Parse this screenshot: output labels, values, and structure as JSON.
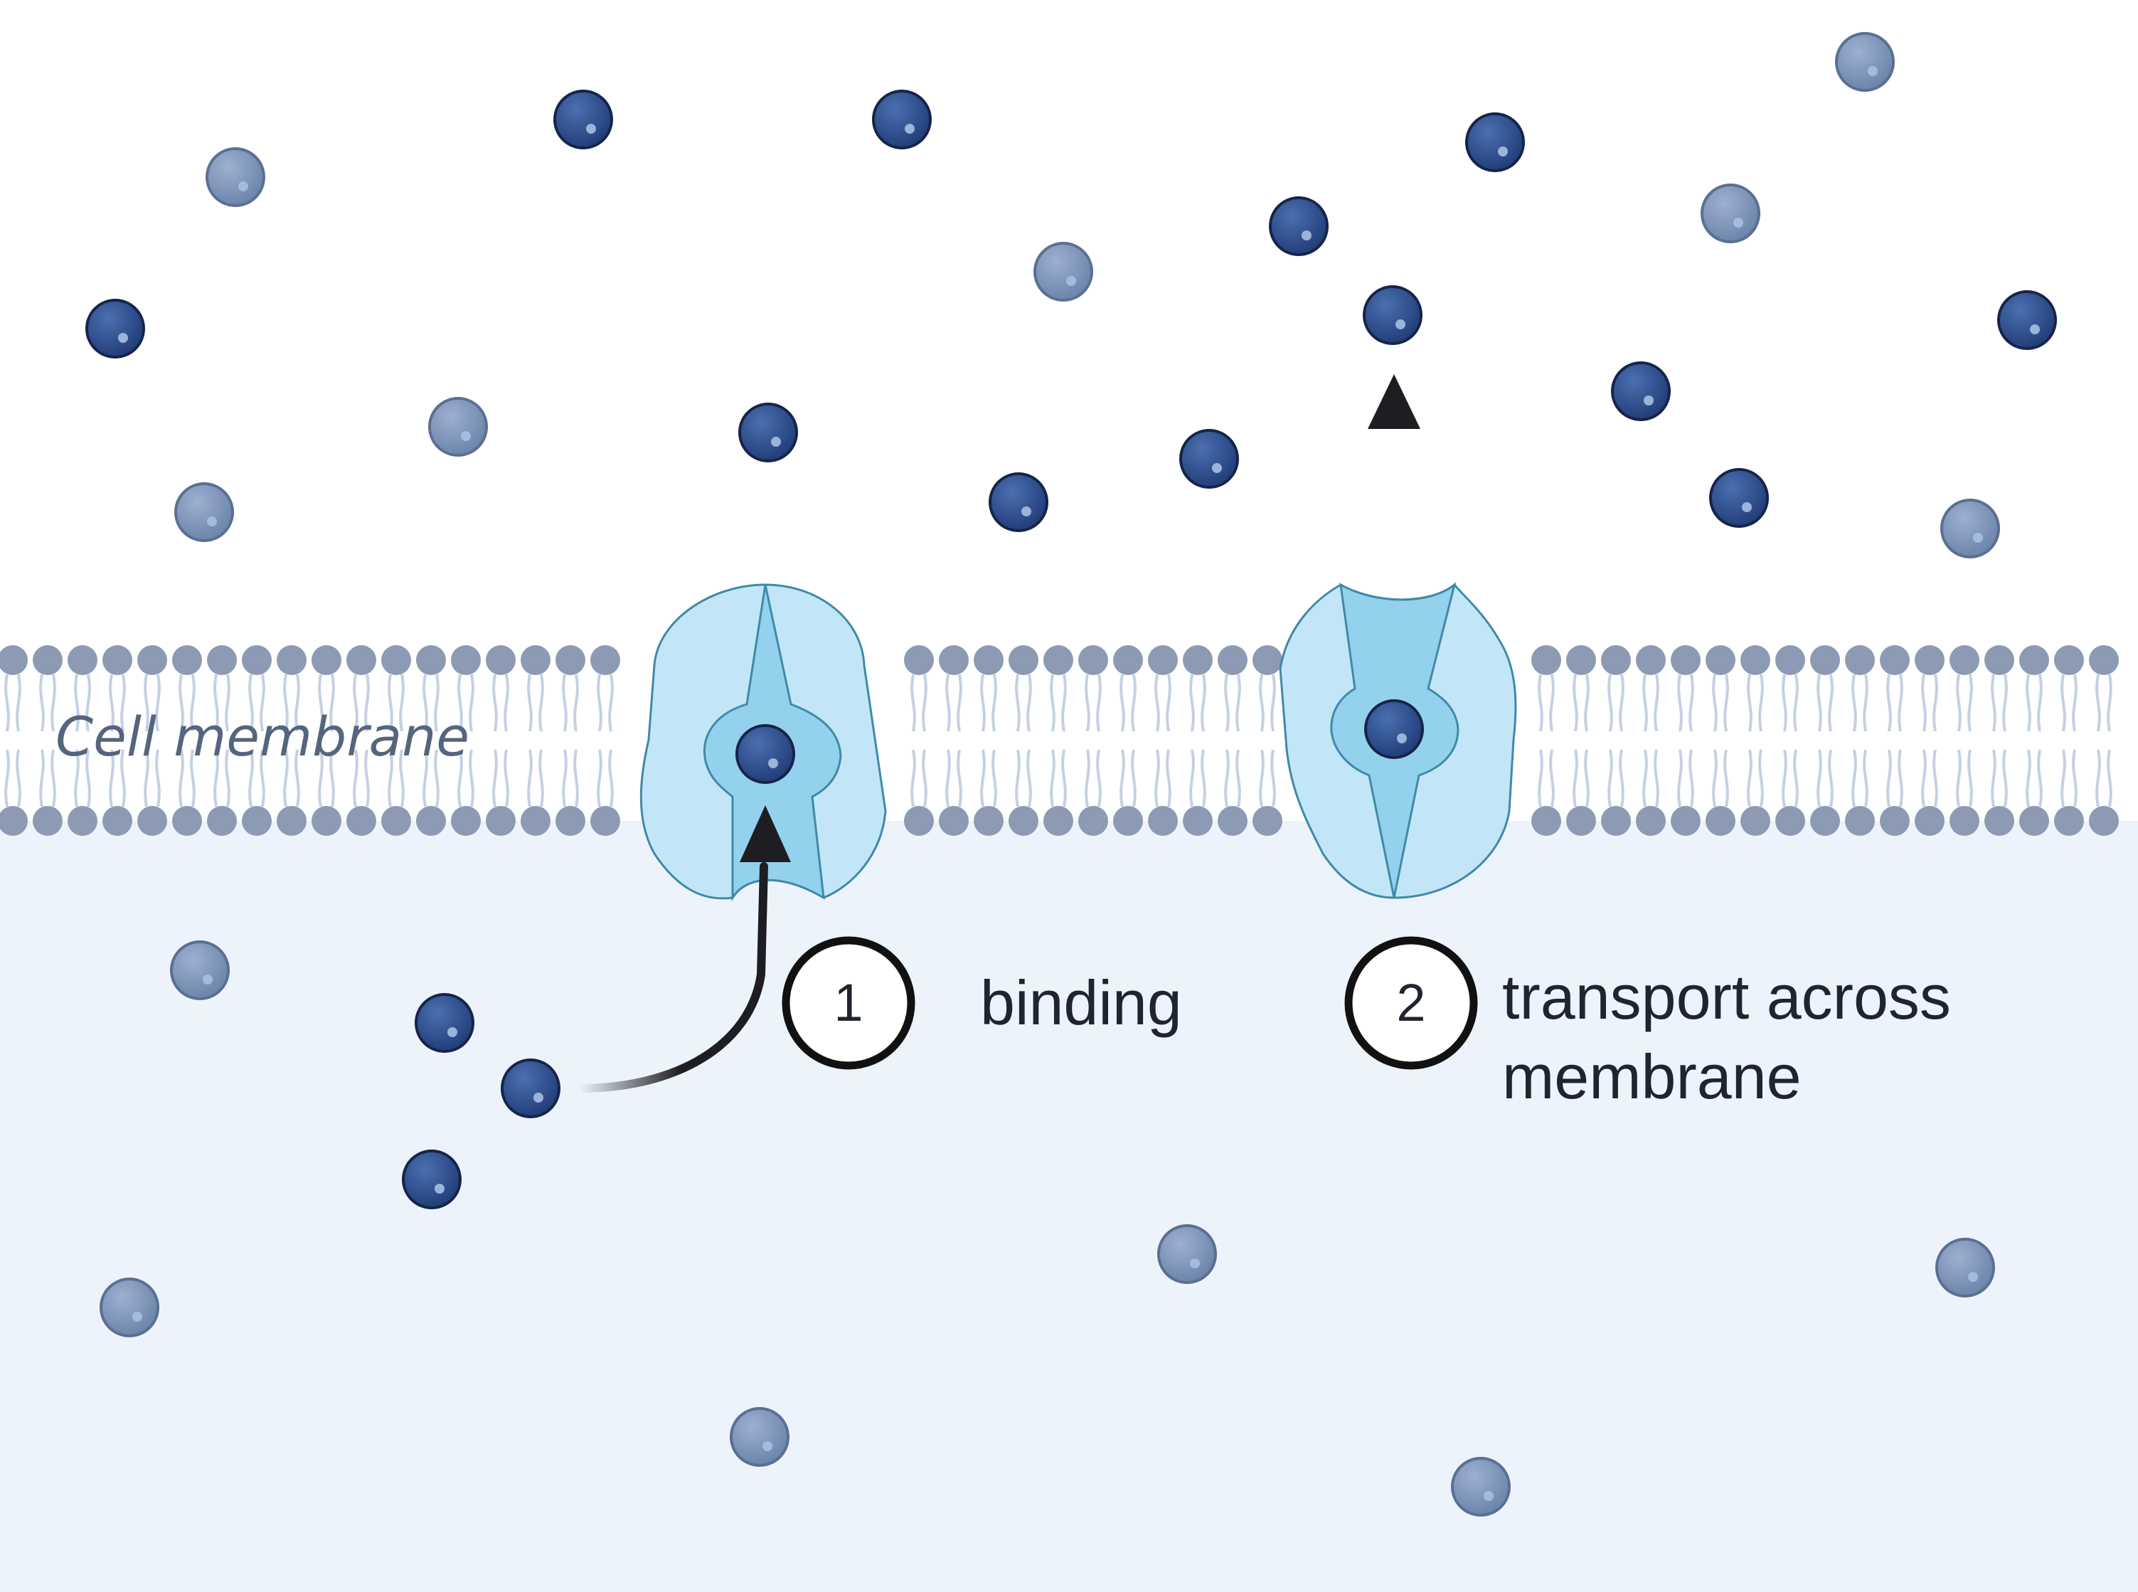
{
  "membrane": {
    "label": "Cell membrane"
  },
  "steps": [
    {
      "number": "1",
      "label_lines": [
        "binding"
      ]
    },
    {
      "number": "2",
      "label_lines": [
        "transport across",
        "membrane"
      ]
    }
  ],
  "colors": {
    "extracellular": "#ffffff",
    "intracellular": "#edf3fb",
    "lipid_head": "#8c9ab3",
    "lipid_tail": "#c4d0e2",
    "transporter_outer": "#c2e6f8",
    "transporter_inner": "#94d1ec",
    "transporter_stroke": "#3f8aa8",
    "molecule_dark": "#2f4f8f",
    "molecule_light": "#7890b6",
    "arrow": "#1e1e22"
  }
}
